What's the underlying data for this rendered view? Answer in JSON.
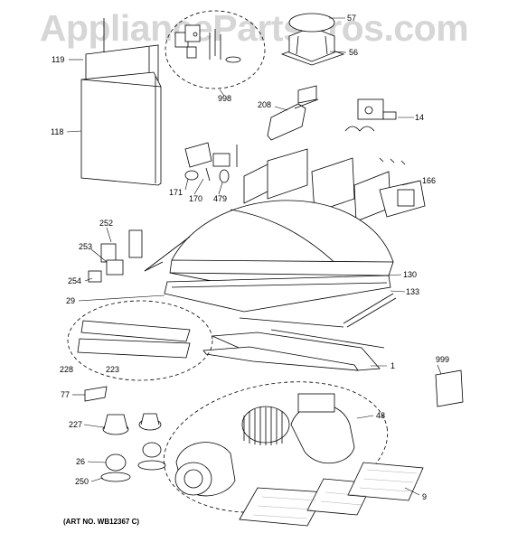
{
  "watermark": "AppliancePartsPros.com",
  "art_number": "(ART NO. WB12367 C)",
  "callouts": {
    "p57": "57",
    "p56": "56",
    "p119": "119",
    "p118": "118",
    "p998": "998",
    "p208": "208",
    "p14": "14",
    "p166": "166",
    "p171": "171",
    "p170": "170",
    "p479": "479",
    "p252": "252",
    "p253": "253",
    "p254": "254",
    "p29": "29",
    "p130": "130",
    "p133": "133",
    "p228": "228",
    "p223": "223",
    "p1": "1",
    "p999": "999",
    "p77": "77",
    "p227": "227",
    "p48": "48",
    "p26": "26",
    "p250": "250",
    "p9": "9"
  }
}
